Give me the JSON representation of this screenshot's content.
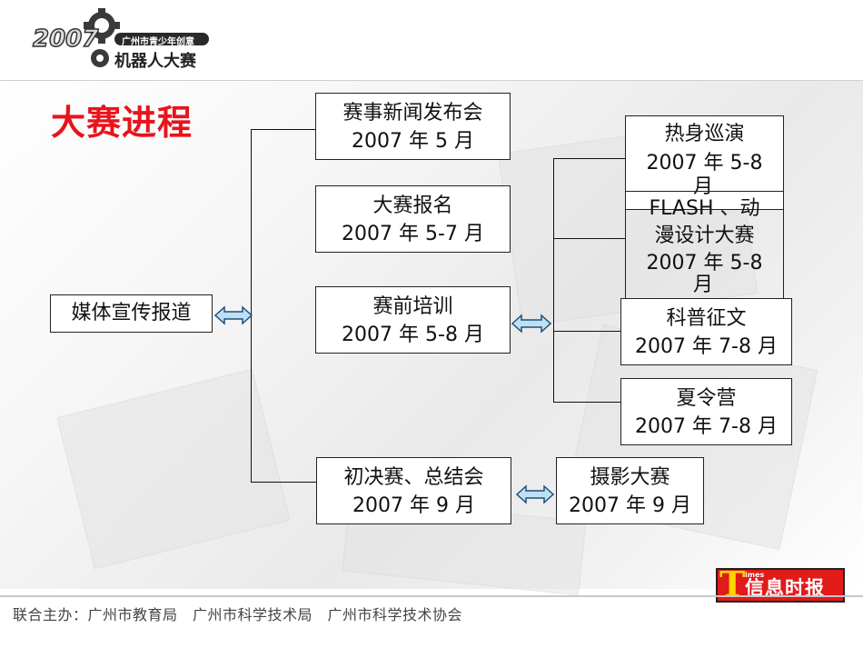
{
  "logo": {
    "year": "2007",
    "org": "广州市青少年创意",
    "event": "机器人大赛"
  },
  "title": "大赛进程",
  "boxes": {
    "media": {
      "line1": "媒体宣传报道"
    },
    "news": {
      "line1": "赛事新闻发布会",
      "line2": "2007 年 5 月"
    },
    "signup": {
      "line1": "大赛报名",
      "line2": "2007 年 5-7 月"
    },
    "training": {
      "line1": "赛前培训",
      "line2": "2007 年 5-8 月"
    },
    "finals": {
      "line1": "初决赛、总结会",
      "line2": "2007 年 9 月"
    },
    "warmup": {
      "line1": "热身巡演",
      "line2": "2007 年 5-8",
      "line3": "月"
    },
    "flash": {
      "line1": "FLASH 、动",
      "line2": "漫设计大赛",
      "line3": "2007 年 5-8",
      "line4": "月"
    },
    "essay": {
      "line1": "科普征文",
      "line2": "2007 年 7-8 月"
    },
    "camp": {
      "line1": "夏令营",
      "line2": "2007 年 7-8 月"
    },
    "photo": {
      "line1": "摄影大赛",
      "line2": "2007 年 9 月"
    }
  },
  "footer": "联合主办：广州市教育局　广州市科学技术局　广州市科学技术协会",
  "newspaper": {
    "letter": "T",
    "times": "imes",
    "name": "信息时报"
  },
  "colors": {
    "title": "#e8141b",
    "arrow_fill": "#bfe0f3",
    "arrow_stroke": "#1f4f7a"
  }
}
